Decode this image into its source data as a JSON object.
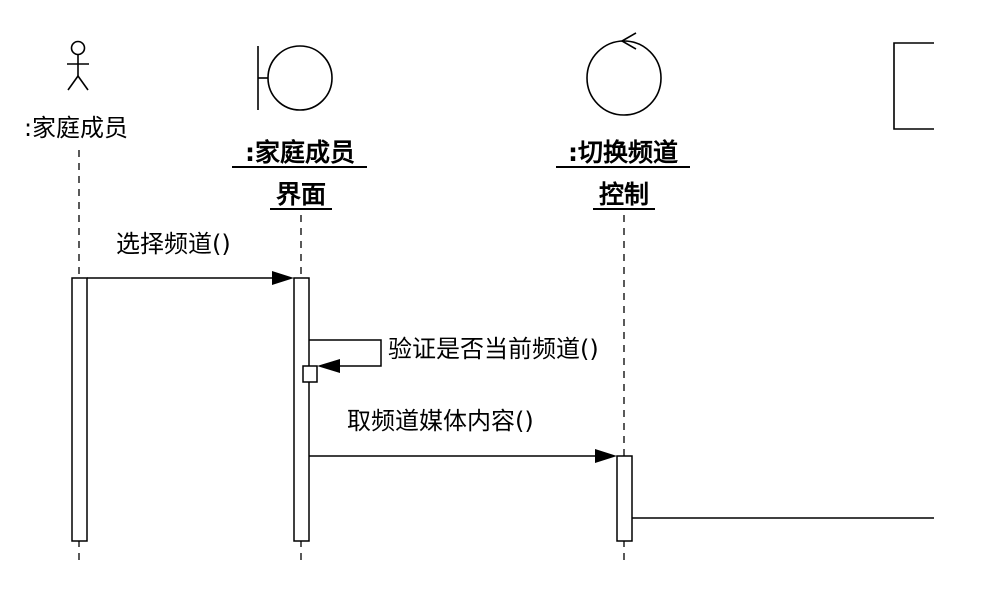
{
  "diagram": {
    "type": "sequence",
    "lifelines": [
      {
        "label": ":家庭成员",
        "kind": "actor"
      },
      {
        "label_line1": ":家庭成员",
        "label_line2": "界面",
        "kind": "boundary"
      },
      {
        "label_line1": ":切换频道",
        "label_line2": "控制",
        "kind": "control"
      },
      {
        "kind": "entity-box-partial"
      }
    ],
    "messages": [
      {
        "label": "选择频道()",
        "from": 0,
        "to": 1
      },
      {
        "label": "验证是否当前频道()",
        "from": 1,
        "to": 1,
        "self": true
      },
      {
        "label": "取频道媒体内容()",
        "from": 1,
        "to": 2
      },
      {
        "label": "",
        "from": 2,
        "to": 3
      }
    ]
  }
}
